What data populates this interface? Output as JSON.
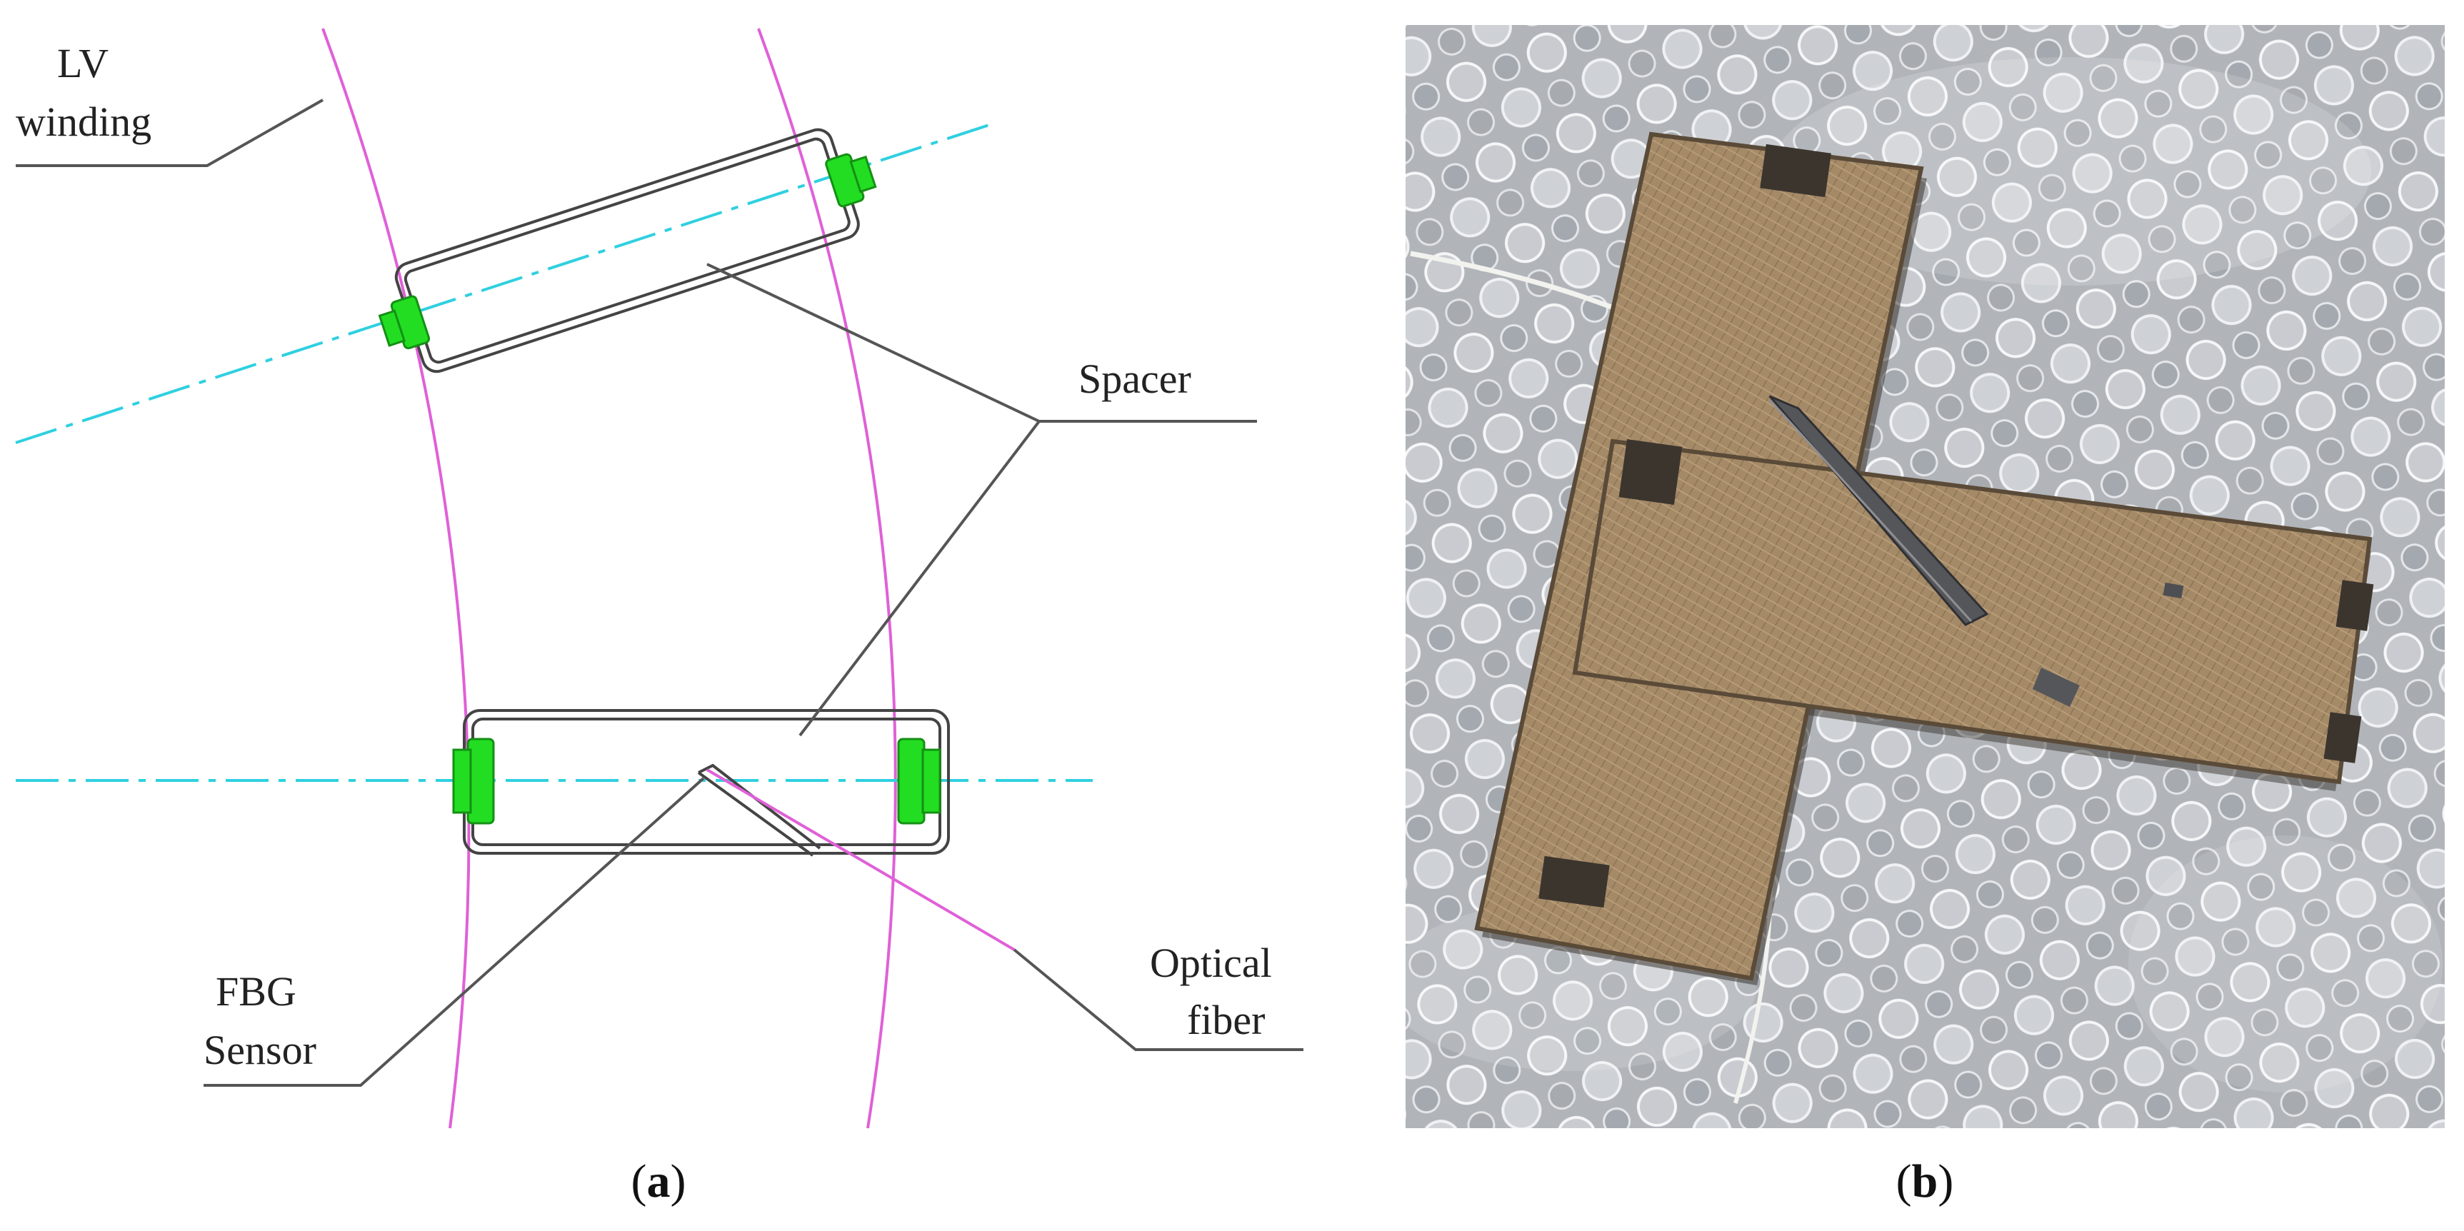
{
  "panel_a": {
    "labels": {
      "lv_winding_line1": "LV",
      "lv_winding_line2": "winding",
      "spacer": "Spacer",
      "fbg_line1": "FBG",
      "fbg_line2": "Sensor",
      "optical_line1": "Optical",
      "optical_line2": "fiber"
    },
    "caption": "a"
  },
  "panel_b": {
    "caption": "b"
  },
  "colors": {
    "winding": "#e060d8",
    "axis": "#2fd0e0",
    "clamp": "#22dd22",
    "board": "#a58a68",
    "background_photo": "#a9adb3"
  }
}
